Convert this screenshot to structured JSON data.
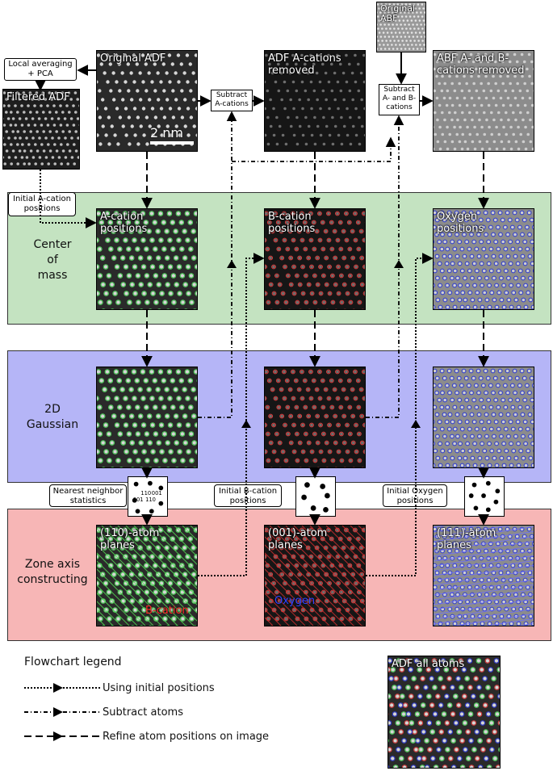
{
  "bands": {
    "com_label": "Center\nof\nmass",
    "gauss_label": "2D\nGaussian",
    "zone_label": "Zone axis\nconstructing"
  },
  "images": {
    "original_adf": "Original ADF",
    "filtered_adf": "Filtered ADF",
    "adf_a_removed": "ADF A-cations\nremoved",
    "original_abf": "Original\nABF",
    "abf_ab_removed": "ABF A- and B-\ncations removed",
    "a_positions": "A-cation\npositions",
    "b_positions": "B-cation\npositions",
    "o_positions": "Oxygen\npositions",
    "plane_110": "(110)-atom\nplanes",
    "plane_001": "(001)-atom\nplanes",
    "plane_111": "(111)-atom\nplanes",
    "adf_all": "ADF all atoms",
    "scale_bar": "2 nm",
    "b_cation_annot": "B-cation",
    "oxygen_annot": "Oxygen"
  },
  "steps": {
    "local_avg": "Local averaging\n+ PCA",
    "subtract_a": "Subtract\nA-cations",
    "subtract_ab": "Subtract\nA- and B-\ncations"
  },
  "notes": {
    "initial_a": "Initial A-cation\npositions",
    "nn_stats": "Nearest neighbor\nstatistics",
    "initial_b": "Initial B-cation\npositions",
    "initial_o": "Initial Oxygen\npositions"
  },
  "stat_labels": {
    "a": "110",
    "b": "001",
    "c": "001",
    "d": "110"
  },
  "legend": {
    "title": "Flowchart legend",
    "item1": "Using initial positions",
    "item2": "Subtract atoms",
    "item3": "Refine atom positions on image"
  },
  "colors": {
    "band_com": "#c4e3c1",
    "band_gauss": "#b5b5f7",
    "band_zone": "#f7b6b6",
    "a_marker": "#4fdc5c",
    "b_marker": "#e23b3b",
    "o_marker": "#2d3bd8"
  }
}
